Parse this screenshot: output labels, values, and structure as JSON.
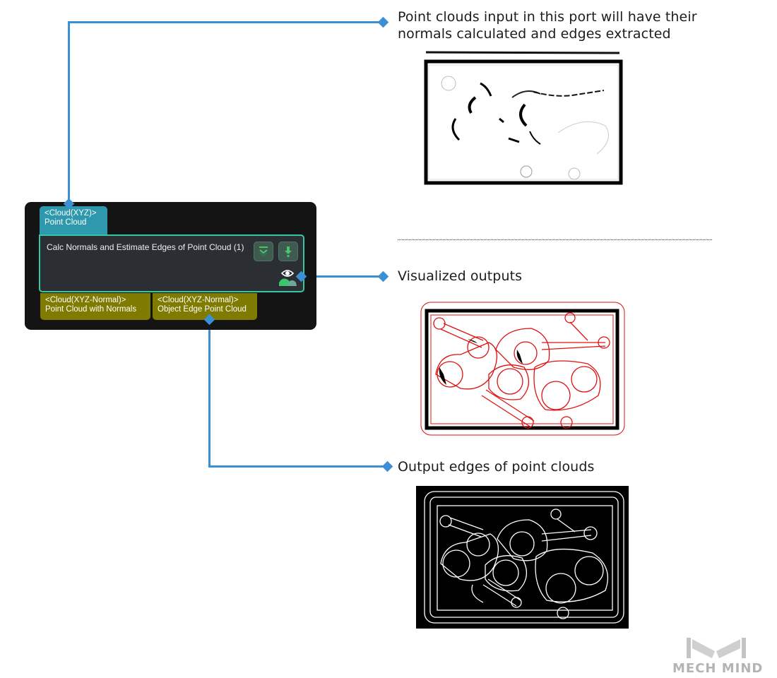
{
  "node": {
    "title": "Calc Normals and Estimate Edges of Point Cloud (1)",
    "input_port": {
      "type": "<Cloud(XYZ)>",
      "name": "Point Cloud",
      "color": "#2e98ad"
    },
    "output_ports": [
      {
        "type": "<Cloud(XYZ-Normal)>",
        "name": "Point Cloud with Normals",
        "color": "#7f7a00"
      },
      {
        "type": "<Cloud(XYZ-Normal)>",
        "name": "Object Edge Point Cloud",
        "color": "#7f7a00"
      }
    ],
    "buttons": [
      {
        "icon": "collapse-chevrons-icon"
      },
      {
        "icon": "breakpoint-download-icon"
      }
    ],
    "visualize_icon": "eye-visualize-icon",
    "border_color": "#34c7a6"
  },
  "annotations": [
    {
      "text_line1": "Point clouds input in this port will have their",
      "text_line2": "normals calculated and edges extracted",
      "image": "normals-rendering"
    },
    {
      "text": "Visualized outputs",
      "image": "visualized-edges-red"
    },
    {
      "text": "Output edges of point clouds",
      "image": "edge-point-cloud-black"
    }
  ],
  "connector_color": "#3b8fd4",
  "logo": {
    "text": "MECH MIND"
  }
}
